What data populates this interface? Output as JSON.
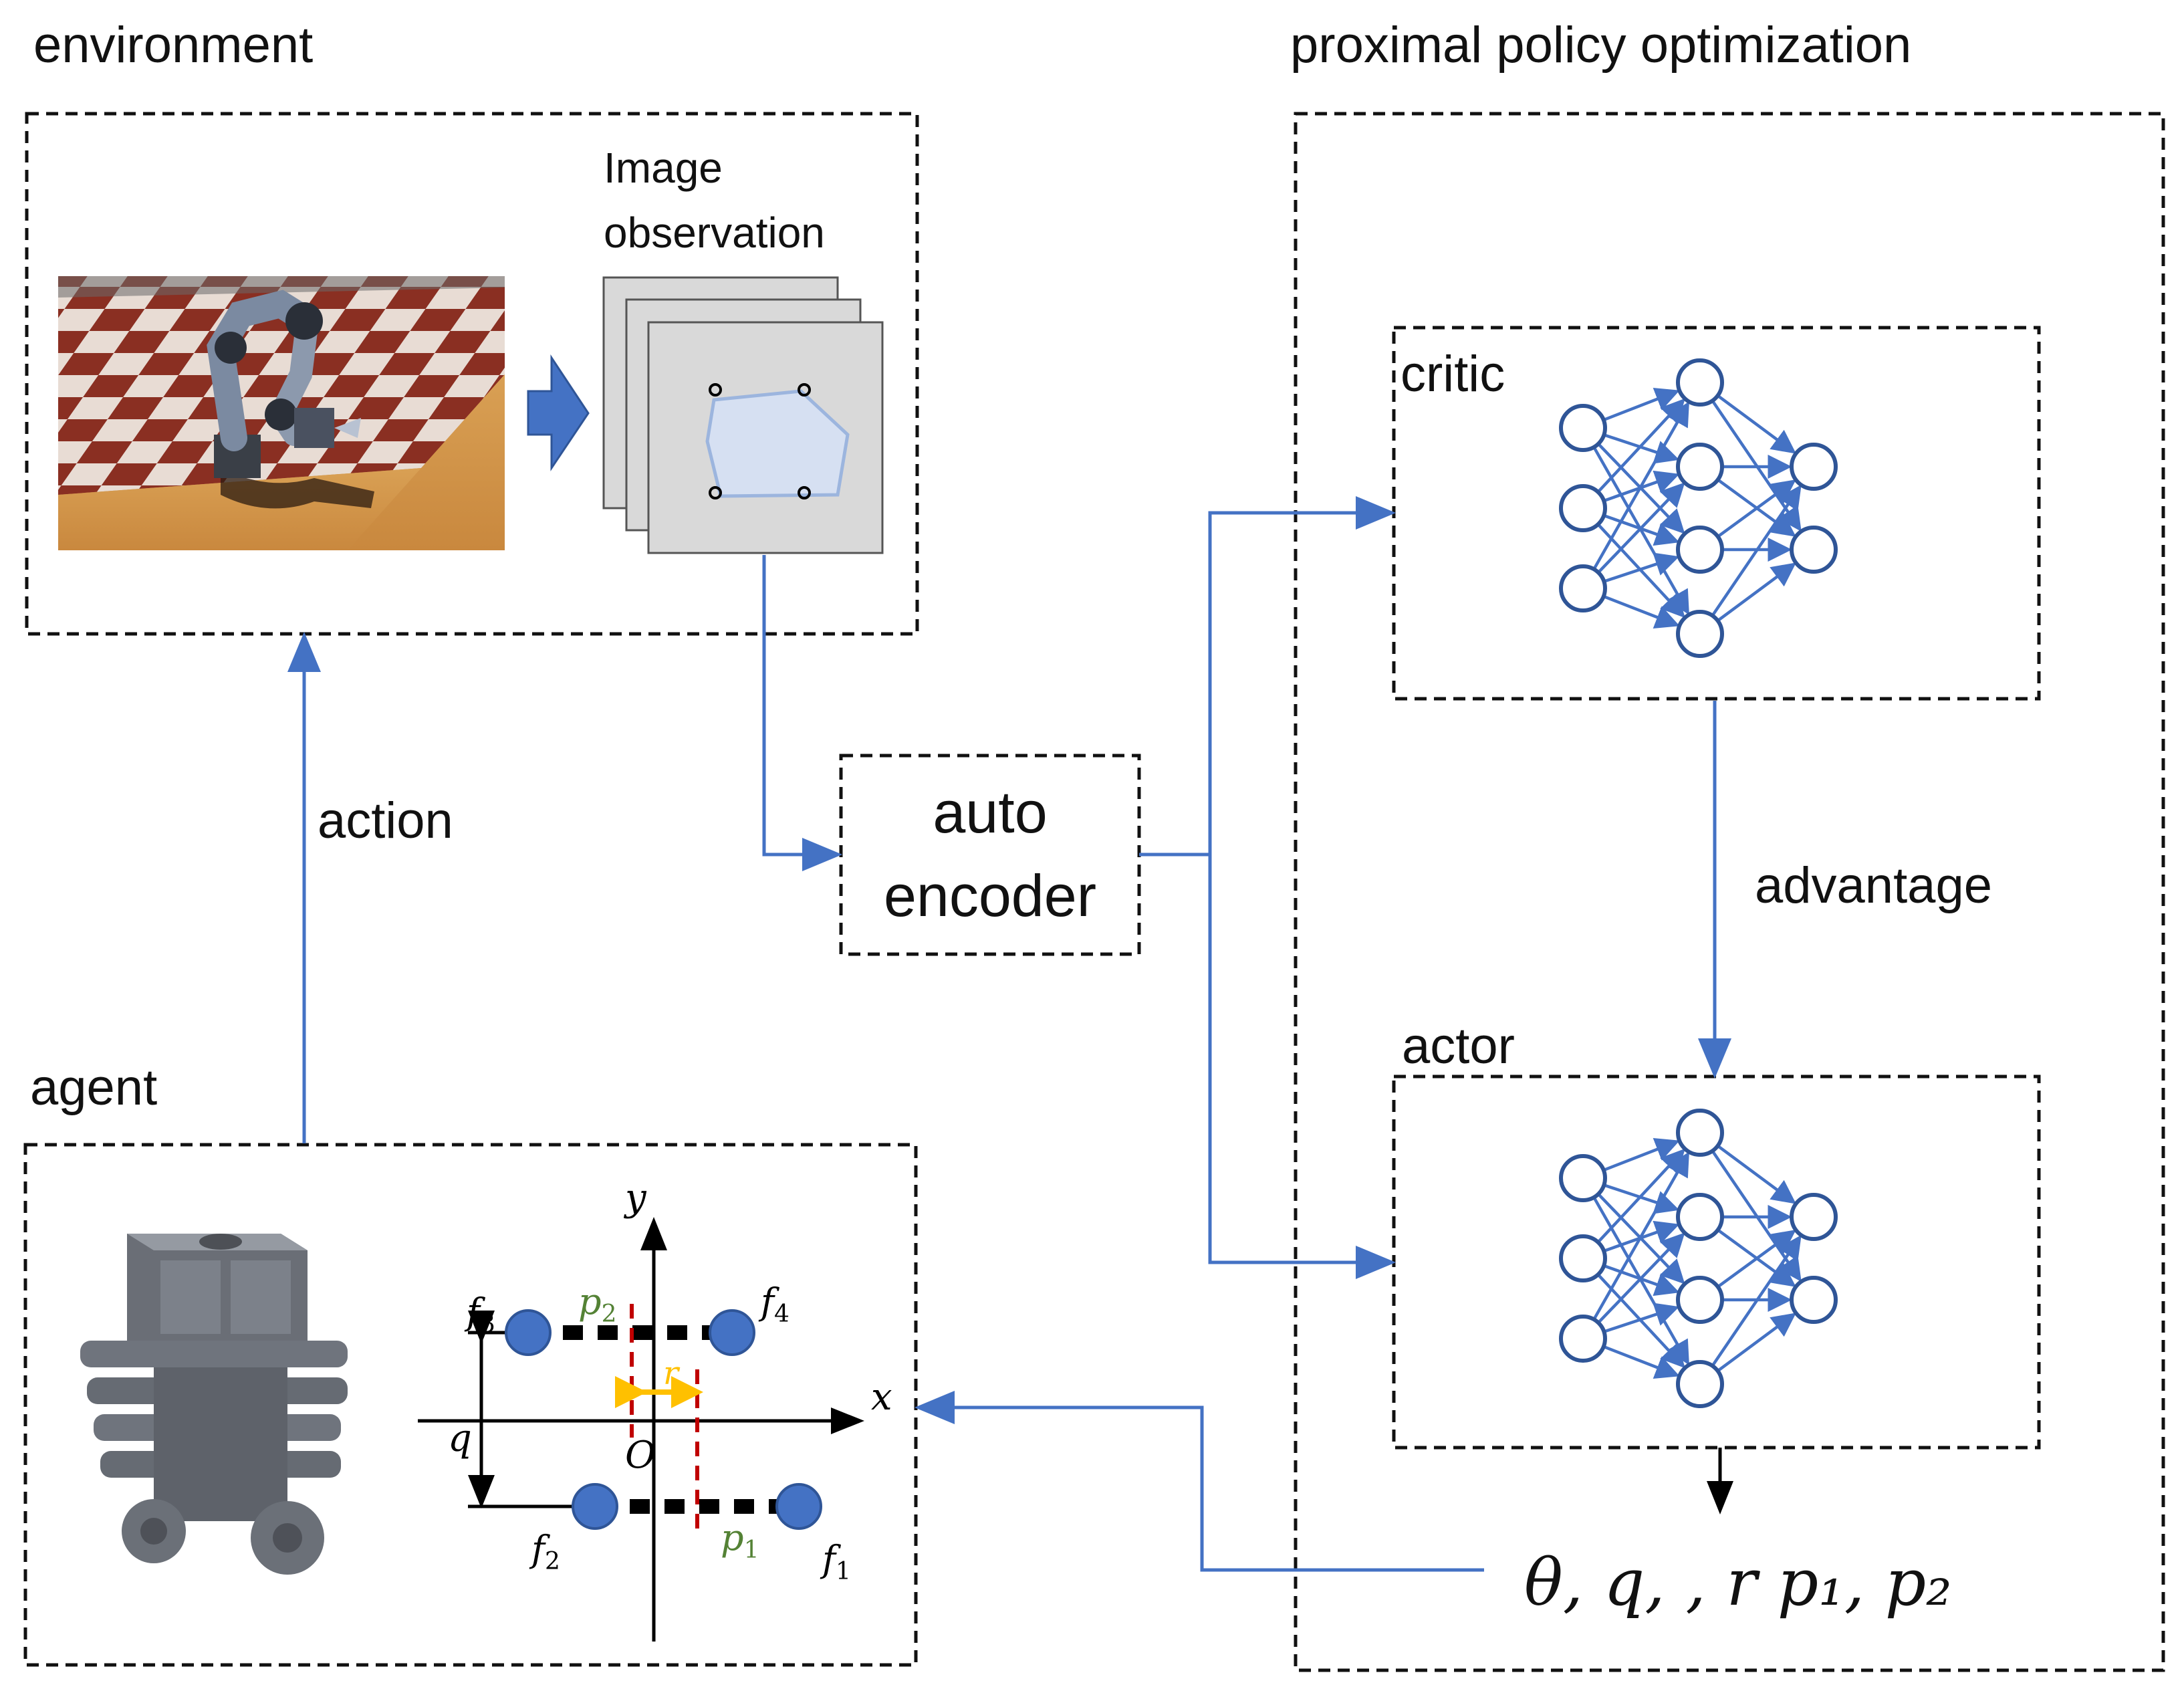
{
  "labels": {
    "environment": "environment",
    "ppo": "proximal policy optimization",
    "image_observation_line1": "Image",
    "image_observation_line2": "observation",
    "critic": "critic",
    "actor": "actor",
    "action": "action",
    "advantage": "advantage",
    "agent": "agent",
    "autoencoder_line1": "auto",
    "autoencoder_line2": "encoder",
    "output_params": "θ, q, , r p₁, p₂"
  },
  "agent_plot": {
    "axis_x": "x",
    "axis_y": "y",
    "origin": "O",
    "q": "q",
    "r": "r",
    "f1": "f",
    "f1_sub": "1",
    "f2": "f",
    "f2_sub": "2",
    "f3": "f",
    "f3_sub": "3",
    "f4": "f",
    "f4_sub": "4",
    "p1": "p",
    "p1_sub": "1",
    "p2": "p",
    "p2_sub": "2"
  },
  "colors": {
    "flow_arrow": "#4472c4",
    "nn_node_stroke": "#2f5597",
    "finger_fill": "#4472c4",
    "p_label": "#548235",
    "r_arrow": "#ffc000",
    "red_dash": "#c00000"
  },
  "icons": {
    "render": "robot-arm-render",
    "gripper": "gripper-render",
    "network": "neural-network-icon"
  }
}
